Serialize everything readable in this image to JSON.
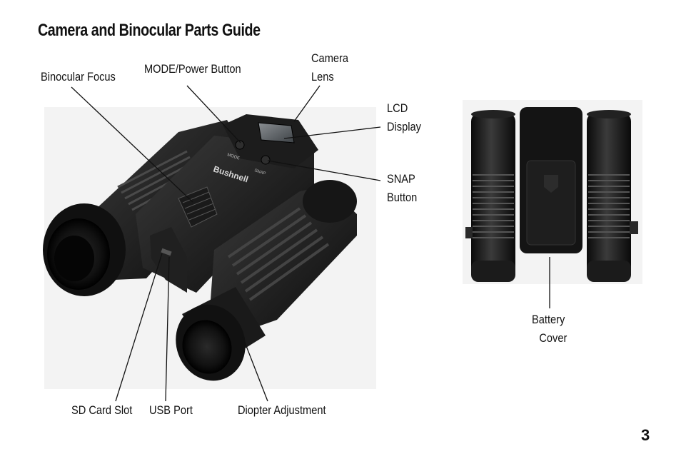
{
  "page": {
    "title": "Camera and Binocular Parts Guide",
    "page_number": "3"
  },
  "callouts": {
    "binocular_focus": "Binocular Focus",
    "mode_power_button": "MODE/Power Button",
    "camera_lens_line1": "Camera",
    "camera_lens_line2": "Lens",
    "lcd_display_line1": "LCD",
    "lcd_display_line2": "Display",
    "snap_button_line1": "SNAP",
    "snap_button_line2": "Button",
    "sd_card_slot": "SD Card Slot",
    "usb_port": "USB Port",
    "diopter_adjustment": "Diopter Adjustment",
    "battery_cover_line1": "Battery",
    "battery_cover_line2": "Cover"
  },
  "product": {
    "brand_logo": "Bushnell",
    "mode_label": "MODE",
    "snap_label": "SNAP"
  }
}
